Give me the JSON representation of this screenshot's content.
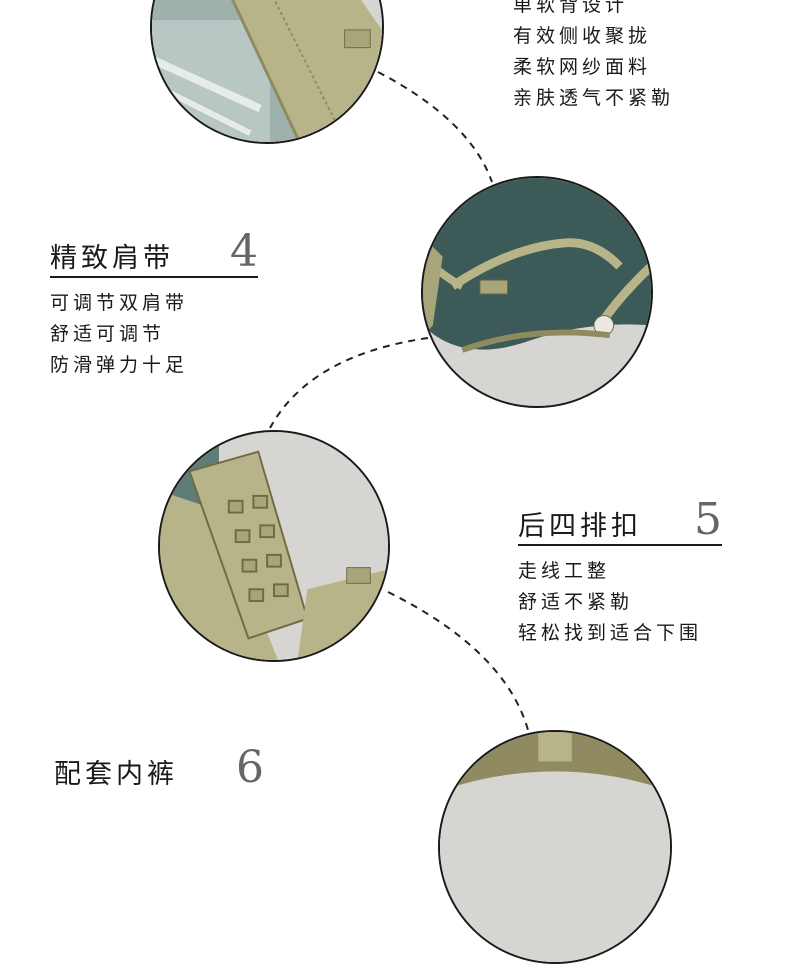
{
  "features": [
    {
      "id": "f3",
      "title": "",
      "number": "",
      "lines": [
        "单软背设计",
        "有效侧收聚拢",
        "柔软网纱面料",
        "亲肤透气不紧勒"
      ]
    },
    {
      "id": "f4",
      "title": "精致肩带",
      "number": "4",
      "lines": [
        "可调节双肩带",
        "舒适可调节",
        "防滑弹力十足"
      ]
    },
    {
      "id": "f5",
      "title": "后四排扣",
      "number": "5",
      "lines": [
        "走线工整",
        "舒适不紧勒",
        "轻松找到适合下围"
      ]
    },
    {
      "id": "f6",
      "title": "配套内裤",
      "number": "6",
      "lines": []
    }
  ],
  "colors": {
    "fabric": "#b8b48a",
    "fabric_dark": "#8f8a60",
    "mesh": "#d9d8d4",
    "backdrop": "#3c5a57",
    "outline": "#1a1a1a"
  }
}
